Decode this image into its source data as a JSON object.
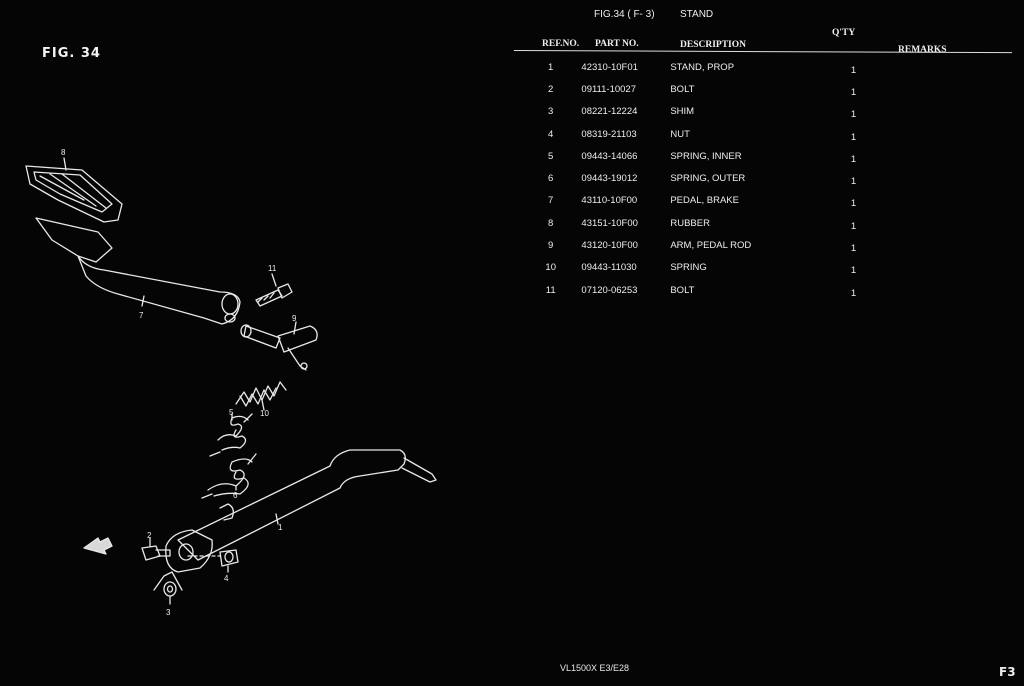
{
  "fig_label": "FIG. 34",
  "header": {
    "fig_ref": "FIG.34 ( F- 3)",
    "title": "STAND"
  },
  "columns": {
    "ref_no": "REF.NO.",
    "part_no": "PART NO.",
    "description": "DESCRIPTION",
    "qty": "Q'TY",
    "remarks": "REMARKS"
  },
  "parts": [
    {
      "ref": "1",
      "part_no": "42310-10F01",
      "description": "STAND, PROP",
      "qty": "1"
    },
    {
      "ref": "2",
      "part_no": "09111-10027",
      "description": "BOLT",
      "qty": "1"
    },
    {
      "ref": "3",
      "part_no": "08221-12224",
      "description": "SHIM",
      "qty": "1"
    },
    {
      "ref": "4",
      "part_no": "08319-21103",
      "description": "NUT",
      "qty": "1"
    },
    {
      "ref": "5",
      "part_no": "09443-14066",
      "description": "SPRING, INNER",
      "qty": "1"
    },
    {
      "ref": "6",
      "part_no": "09443-19012",
      "description": "SPRING, OUTER",
      "qty": "1"
    },
    {
      "ref": "7",
      "part_no": "43110-10F00",
      "description": "PEDAL, BRAKE",
      "qty": "1"
    },
    {
      "ref": "8",
      "part_no": "43151-10F00",
      "description": "RUBBER",
      "qty": "1"
    },
    {
      "ref": "9",
      "part_no": "43120-10F00",
      "description": "ARM, PEDAL ROD",
      "qty": "1"
    },
    {
      "ref": "10",
      "part_no": "09443-11030",
      "description": "SPRING",
      "qty": "1"
    },
    {
      "ref": "11",
      "part_no": "07120-06253",
      "description": "BOLT",
      "qty": "1"
    }
  ],
  "callouts": [
    "1",
    "2",
    "3",
    "4",
    "5",
    "6",
    "7",
    "8",
    "9",
    "10",
    "11"
  ],
  "footer": {
    "model": "VL1500X  E3/E28",
    "page": "F3"
  }
}
